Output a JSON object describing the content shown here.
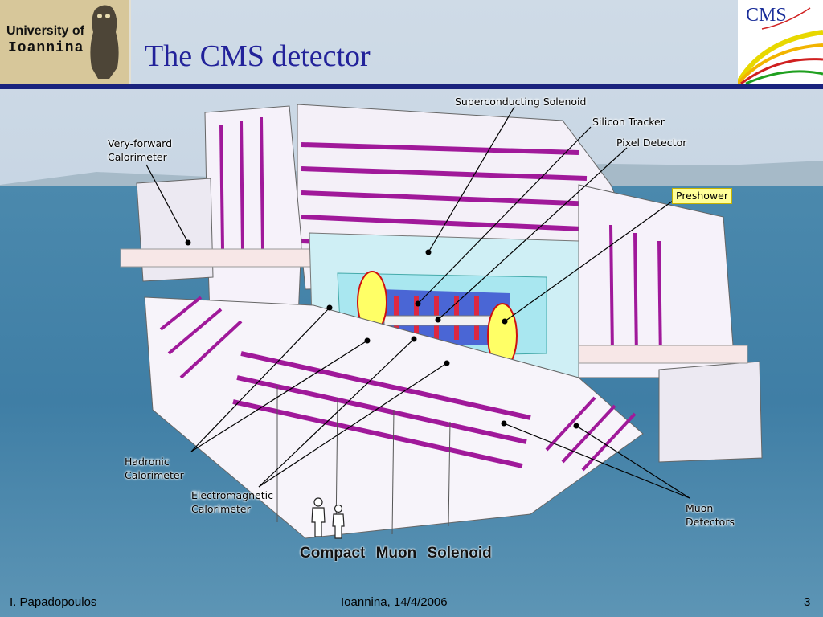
{
  "slide": {
    "title": "The CMS detector",
    "university_logo": {
      "line1": "University of",
      "line2": "Ioannina"
    },
    "cms_logo": {
      "text": "CMS"
    },
    "footer": {
      "author": "I. Papadopoulos",
      "place_date": "Ioannina, 14/4/2006",
      "page_number": "3"
    }
  },
  "diagram": {
    "caption": "Compact Muon Solenoid",
    "labels": {
      "superconducting_solenoid": "Superconducting Solenoid",
      "silicon_tracker": "Silicon Tracker",
      "pixel_detector": "Pixel Detector",
      "preshower": "Preshower",
      "very_forward_calorimeter": [
        "Very-forward",
        "Calorimeter"
      ],
      "hadronic_calorimeter": [
        "Hadronic",
        "Calorimeter"
      ],
      "electromagnetic_calorimeter": [
        "Electromagnetic",
        "Calorimeter"
      ],
      "muon_detectors": [
        "Muon",
        "Detectors"
      ]
    }
  },
  "colors": {
    "title": "#22229a",
    "rule": "#1a237e",
    "return_yoke": "#a0199a",
    "preshower_highlight": "#ffff66",
    "sea": "#3f7fa6",
    "sky": "#c9d8e6"
  },
  "icons": [
    "owl-logo-icon",
    "cms-logo-icon",
    "people-scale-icon"
  ]
}
